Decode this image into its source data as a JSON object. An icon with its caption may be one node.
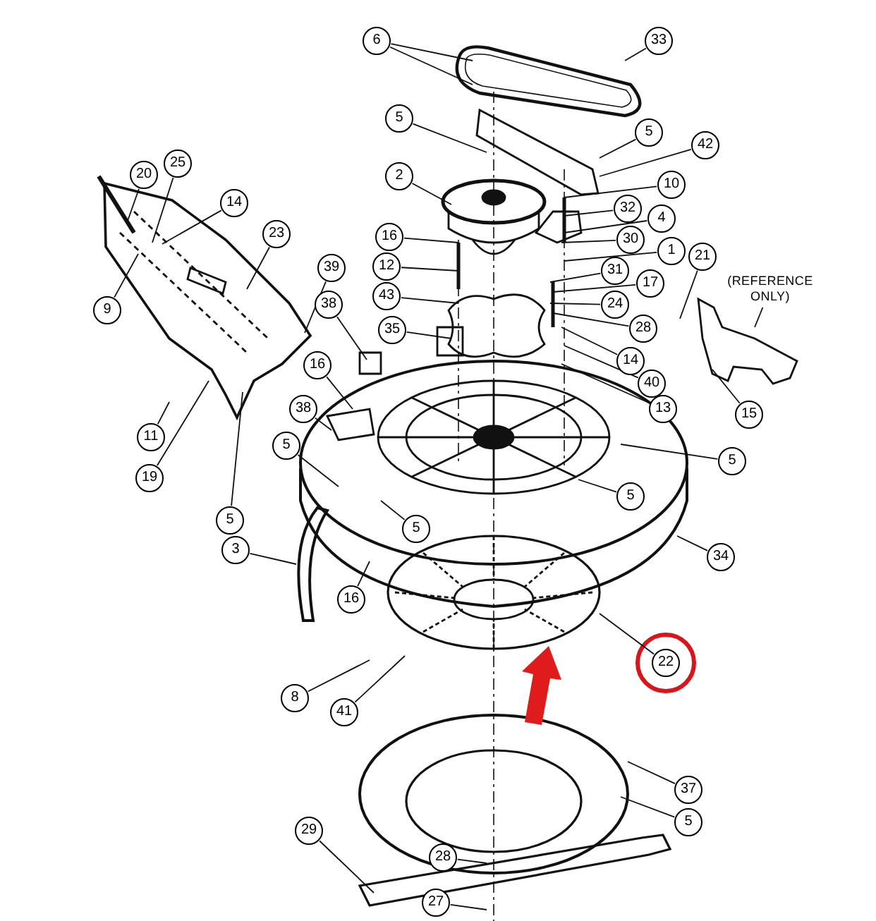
{
  "diagram": {
    "nodes": [
      {
        "text": [
          "6"
        ]
      },
      {
        "text": [
          "33"
        ]
      },
      {
        "text": [
          "5"
        ]
      },
      {
        "text": [
          "5"
        ]
      },
      {
        "text": [
          "42"
        ]
      },
      {
        "text": [
          "20"
        ]
      },
      {
        "text": [
          "25"
        ]
      },
      {
        "text": [
          "2"
        ]
      },
      {
        "text": [
          "10"
        ]
      },
      {
        "text": [
          "14"
        ]
      },
      {
        "text": [
          "32"
        ]
      },
      {
        "text": [
          "4"
        ]
      },
      {
        "text": [
          "23"
        ]
      },
      {
        "text": [
          "16"
        ]
      },
      {
        "text": [
          "30"
        ]
      },
      {
        "text": [
          "1"
        ]
      },
      {
        "text": [
          "21"
        ]
      },
      {
        "text": [
          "12"
        ]
      },
      {
        "text": [
          "39"
        ]
      },
      {
        "text": [
          "31"
        ]
      },
      {
        "text": [
          "17"
        ]
      },
      {
        "text": [
          "(REFERENCE ONLY)"
        ]
      },
      {
        "text": [
          "43"
        ]
      },
      {
        "text": [
          "38"
        ]
      },
      {
        "text": [
          "24"
        ]
      },
      {
        "text": [
          "9"
        ]
      },
      {
        "text": [
          "28"
        ]
      },
      {
        "text": [
          "35"
        ]
      },
      {
        "text": [
          "14"
        ]
      },
      {
        "text": [
          "16"
        ]
      },
      {
        "text": [
          "40"
        ]
      },
      {
        "text": [
          "38"
        ]
      },
      {
        "text": [
          "13"
        ]
      },
      {
        "text": [
          "15"
        ]
      },
      {
        "text": [
          "11"
        ]
      },
      {
        "text": [
          "5"
        ]
      },
      {
        "text": [
          "5"
        ]
      },
      {
        "text": [
          "19"
        ]
      },
      {
        "text": [
          "5"
        ]
      },
      {
        "text": [
          "5"
        ]
      },
      {
        "text": [
          "5"
        ]
      },
      {
        "text": [
          "3"
        ]
      },
      {
        "text": [
          "34"
        ]
      },
      {
        "text": [
          "16"
        ]
      },
      {
        "text": [
          "22"
        ]
      },
      {
        "text": [
          "8"
        ]
      },
      {
        "text": [
          "41"
        ]
      },
      {
        "text": [
          "37"
        ]
      },
      {
        "text": [
          "5"
        ]
      },
      {
        "text": [
          "29"
        ]
      },
      {
        "text": [
          "28"
        ]
      },
      {
        "text": [
          "27"
        ]
      }
    ],
    "edges": [
      {
        "from": 0,
        "to": null,
        "arrow": "none"
      },
      {
        "from": 0,
        "to": null,
        "arrow": "none"
      },
      {
        "from": 1,
        "to": null,
        "arrow": "none"
      },
      {
        "from": 2,
        "to": null,
        "arrow": "none"
      },
      {
        "from": 3,
        "to": null,
        "arrow": "none"
      },
      {
        "from": 4,
        "to": null,
        "arrow": "none"
      },
      {
        "from": 5,
        "to": null,
        "arrow": "none"
      },
      {
        "from": 6,
        "to": null,
        "arrow": "none"
      },
      {
        "from": 7,
        "to": null,
        "arrow": "none"
      },
      {
        "from": 8,
        "to": null,
        "arrow": "none"
      },
      {
        "from": 9,
        "to": null,
        "arrow": "none"
      },
      {
        "from": 10,
        "to": null,
        "arrow": "none"
      },
      {
        "from": 11,
        "to": null,
        "arrow": "none"
      },
      {
        "from": 12,
        "to": null,
        "arrow": "none"
      },
      {
        "from": 13,
        "to": null,
        "arrow": "none"
      },
      {
        "from": 14,
        "to": null,
        "arrow": "none"
      },
      {
        "from": 15,
        "to": null,
        "arrow": "none"
      },
      {
        "from": 16,
        "to": null,
        "arrow": "none"
      },
      {
        "from": 17,
        "to": null,
        "arrow": "none"
      },
      {
        "from": 18,
        "to": null,
        "arrow": "none"
      },
      {
        "from": 19,
        "to": null,
        "arrow": "none"
      },
      {
        "from": 20,
        "to": null,
        "arrow": "none"
      },
      {
        "from": 21,
        "to": null,
        "arrow": "none"
      },
      {
        "from": 22,
        "to": null,
        "arrow": "none"
      },
      {
        "from": 23,
        "to": null,
        "arrow": "none"
      },
      {
        "from": 24,
        "to": null,
        "arrow": "none"
      },
      {
        "from": 25,
        "to": null,
        "arrow": "none"
      },
      {
        "from": 26,
        "to": null,
        "arrow": "none"
      },
      {
        "from": 27,
        "to": null,
        "arrow": "none"
      },
      {
        "from": 28,
        "to": null,
        "arrow": "none"
      },
      {
        "from": 29,
        "to": null,
        "arrow": "none"
      },
      {
        "from": 30,
        "to": null,
        "arrow": "none"
      },
      {
        "from": 31,
        "to": null,
        "arrow": "none"
      },
      {
        "from": 32,
        "to": null,
        "arrow": "none"
      },
      {
        "from": 33,
        "to": null,
        "arrow": "none"
      },
      {
        "from": 34,
        "to": null,
        "arrow": "none"
      },
      {
        "from": 35,
        "to": null,
        "arrow": "none"
      },
      {
        "from": 36,
        "to": null,
        "arrow": "none"
      },
      {
        "from": 37,
        "to": null,
        "arrow": "none"
      },
      {
        "from": 38,
        "to": null,
        "arrow": "none"
      },
      {
        "from": 39,
        "to": null,
        "arrow": "none"
      },
      {
        "from": 40,
        "to": null,
        "arrow": "none"
      },
      {
        "from": 41,
        "to": null,
        "arrow": "none"
      },
      {
        "from": 42,
        "to": null,
        "arrow": "none"
      },
      {
        "from": 43,
        "to": null,
        "arrow": "none"
      },
      {
        "from": 44,
        "to": null,
        "arrow": "none"
      },
      {
        "from": 45,
        "to": null,
        "arrow": "none"
      },
      {
        "from": 46,
        "to": null,
        "arrow": "none"
      },
      {
        "from": 47,
        "to": null,
        "arrow": "none"
      },
      {
        "from": 48,
        "to": null,
        "arrow": "none"
      },
      {
        "from": 49,
        "to": null,
        "arrow": "none"
      },
      {
        "from": 50,
        "to": null,
        "arrow": "none"
      },
      {
        "from": 51,
        "to": null,
        "arrow": "none"
      }
    ]
  }
}
